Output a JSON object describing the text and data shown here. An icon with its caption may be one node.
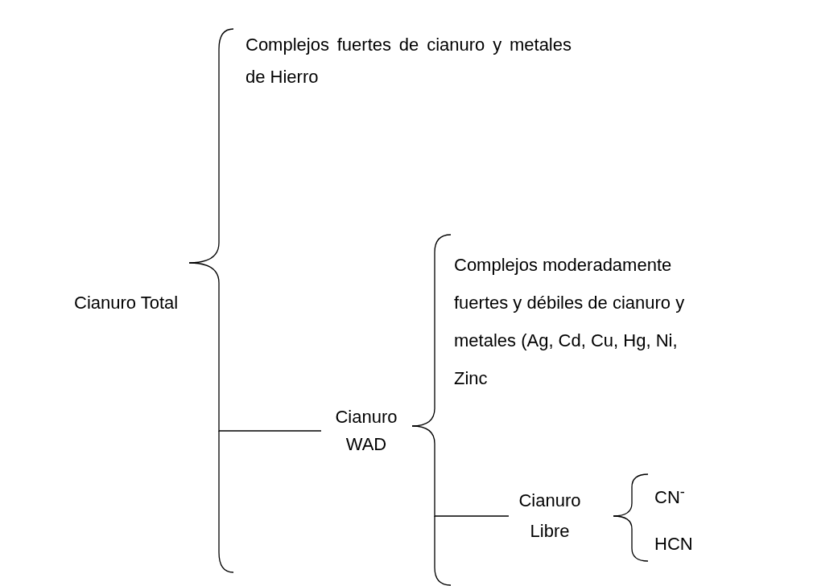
{
  "diagram": {
    "nodes": [
      {
        "text": [
          "Cianuro Total"
        ]
      },
      {
        "text": [
          "Complejos fuertes de cianuro y metales de Hierro"
        ]
      },
      {
        "text": [
          "Cianuro WAD"
        ]
      },
      {
        "text": [
          "Complejos moderadamente fuertes y débiles de cianuro y metales (Ag, Cd, Cu, Hg, Ni, Zinc"
        ]
      },
      {
        "text": [
          "Cianuro Libre"
        ]
      },
      {
        "text": [
          "CN$^{-}$"
        ]
      },
      {
        "text": [
          "HCN"
        ]
      }
    ],
    "edges": [
      {
        "from": 0,
        "to": 1,
        "arrow": "none"
      },
      {
        "from": 0,
        "to": 2,
        "arrow": "none"
      },
      {
        "from": 2,
        "to": 3,
        "arrow": "none"
      },
      {
        "from": 2,
        "to": 4,
        "arrow": "none"
      },
      {
        "from": 4,
        "to": 5,
        "arrow": "none"
      },
      {
        "from": 4,
        "to": 6,
        "arrow": "none"
      }
    ]
  }
}
